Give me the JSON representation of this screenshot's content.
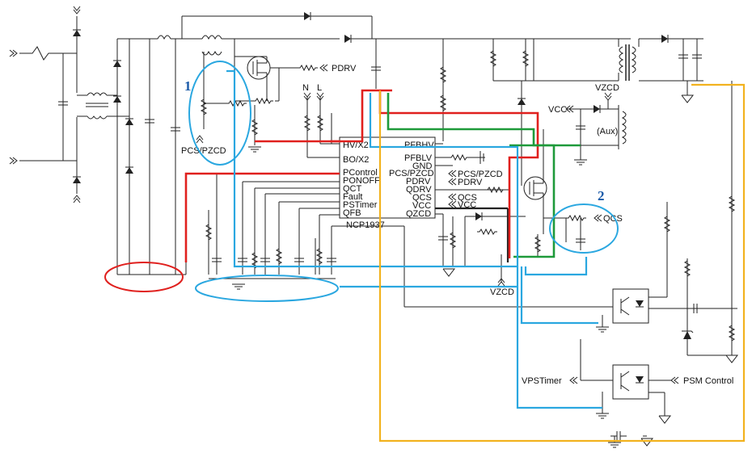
{
  "colors": {
    "wire": "#222222",
    "red_path": "#e0201e",
    "green_path": "#1e9a3a",
    "blue_path": "#2aa7e0",
    "yellow_path": "#f2b21e",
    "callout_number": "#1a5aa8"
  },
  "inputs": {
    "line": "L",
    "neutral": "N"
  },
  "ic": {
    "name": "NCP1937",
    "left_pins": [
      "HV/X2",
      "BO/X2",
      "PControl",
      "PONOFF",
      "QCT",
      "Fault",
      "PSTimer",
      "QFB"
    ],
    "right_pins": [
      "PFBHV",
      "PFBLV",
      "GND",
      "PCS/PZCD",
      "PDRV",
      "QDRV",
      "QCS",
      "VCC",
      "QZCD"
    ]
  },
  "nets": {
    "pdrv": "PDRV",
    "pcs_pzcd": "PCS/PZCD",
    "pcs_pzcd_conn": "PCS/PZCD",
    "pdrv_conn": "PDRV",
    "qcs_conn": "QCS",
    "vcc_conn": "VCC",
    "qcs_resonant": "QCS",
    "vcc_aux": "VCC",
    "vzcd_top": "VZCD",
    "vzcd_bottom": "VZCD",
    "aux": "(Aux)",
    "vpstimer": "VPSTimer",
    "psm_control": "PSM Control",
    "n_in": "N",
    "l_in": "L"
  },
  "callouts": {
    "one": "1",
    "two": "2"
  },
  "icons": [
    "connector-arrow-icon",
    "ground-icon",
    "diode-icon",
    "mosfet-icon",
    "transformer-icon",
    "optocoupler-icon",
    "capacitor-icon",
    "resistor-icon",
    "inductor-icon",
    "zener-icon"
  ]
}
